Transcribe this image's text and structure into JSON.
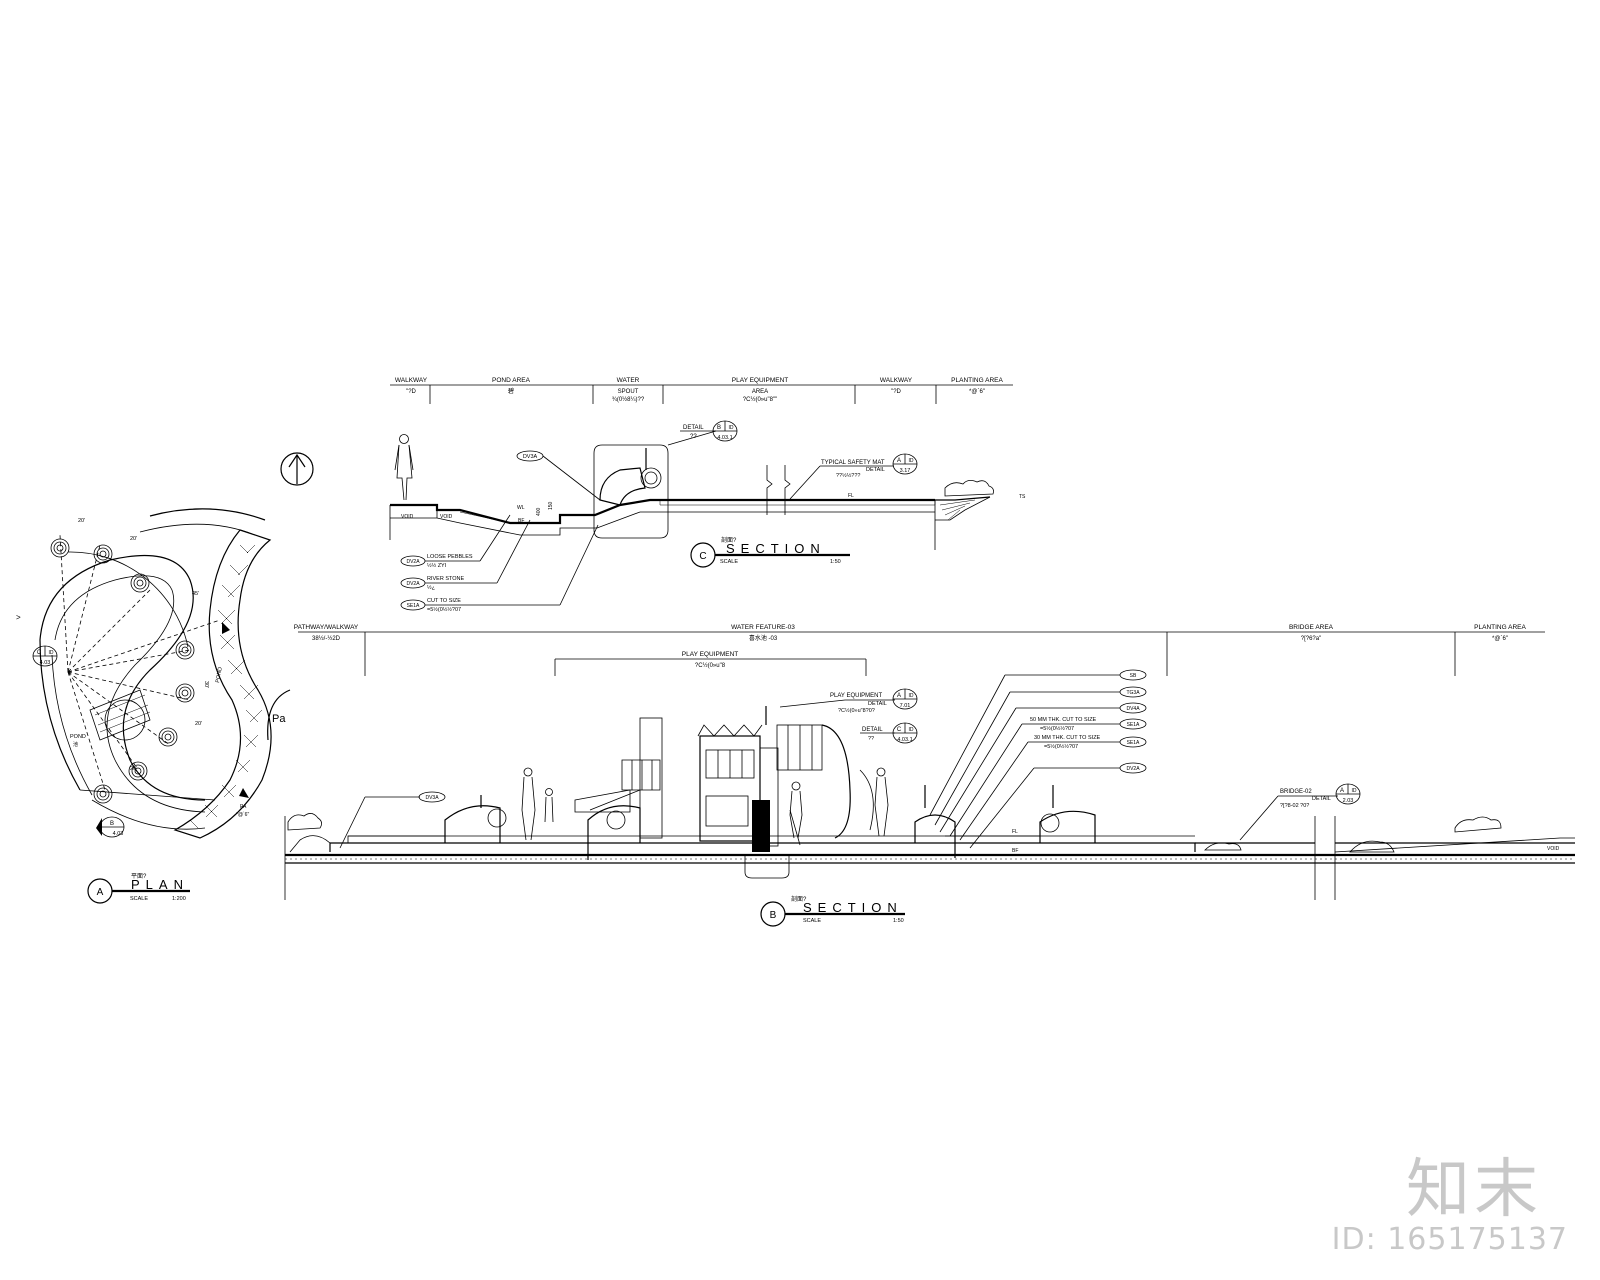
{
  "section_c": {
    "zones": [
      "WALKWAY",
      "POND AREA",
      "WATER",
      "PLAY EQUIPMENT",
      "WALKWAY",
      "PLANTING AREA"
    ],
    "zone_sub": [
      "\"?D",
      "碧",
      "SPOUT",
      "AREA",
      "\"?D",
      "*@`6\""
    ],
    "zone_sub2": [
      "",
      "",
      "¾(0½8¼)??",
      "?C½(0»u\"8\"\"",
      "",
      ""
    ],
    "detail_label": "DETAIL",
    "detail_sub": "??",
    "detail_ref_top": "B",
    "detail_ref_top2": "ID",
    "detail_ref_num": "4.03.1",
    "safety_label": "TYPICAL SAFETY MAT",
    "safety_detail": "DETAIL",
    "safety_sub": "??½½???",
    "safety_ref_top": "A",
    "safety_ref_top2": "ID",
    "safety_ref_num": "3.17",
    "tag_top": "DV3A",
    "callouts": [
      {
        "tag": "DV2A",
        "text": "LOOSE PEBBLES",
        "sub": "½½ ZYI"
      },
      {
        "tag": "DV2A",
        "text": "RIVER STONE",
        "sub": "½¿"
      },
      {
        "tag": "SE1A",
        "text": "CUT TO SIZE",
        "sub": "=5½(0½½?07"
      }
    ],
    "void": "VOID",
    "wl": "WL",
    "bf": "BF",
    "fl": "FL",
    "ts": "TS",
    "dim_vert": "400",
    "dim_vert2": "150",
    "title_letter": "C",
    "title_cn": "剖面?",
    "title": "SECTION",
    "scale_label": "SCALE",
    "scale": "1:50"
  },
  "section_b": {
    "zones": [
      "PATHWAY/WALKWAY",
      "WATER FEATURE-03",
      "BRIDGE AREA",
      "PLANTING AREA"
    ],
    "zone_sub": [
      "38½/-½2D",
      "喜水池  -03",
      "?[?6?a\"",
      "*@`6\""
    ],
    "play_equipment": "PLAY EQUIPMENT",
    "play_equipment_sub": "?C½(0»u\"8",
    "pe_label": "PLAY EQUIPMENT",
    "pe_detail": "DETAIL",
    "pe_sub": "?C½(0»u\"8?0?",
    "pe_ref_top": "A",
    "pe_ref_top2": "ID",
    "pe_ref_num": "7.01",
    "det_label": "DETAIL",
    "det_sub": "??",
    "det_ref_top": "C",
    "det_ref_top2": "ID",
    "det_ref_num": "4.03.1",
    "tags": [
      "SB",
      "TG3A",
      "DV4A",
      "SE1A",
      "SE1A",
      "DV2A"
    ],
    "tag_texts": [
      "",
      "",
      "",
      "50 MM THK. CUT TO SIZE",
      "30 MM THK. CUT TO SIZE",
      ""
    ],
    "tag_subs": [
      "",
      "",
      "",
      "=5½(0½½?07",
      "=5½(0½½?07",
      ""
    ],
    "left_tag": "DV3A",
    "bridge_label": "BRIDGE-02",
    "bridge_detail": "DETAIL",
    "bridge_sub": "?[?8-02 ?0?",
    "bridge_ref_top": "A",
    "bridge_ref_top2": "ID",
    "bridge_ref_num": "2.03",
    "void": "VOID",
    "fl": "FL",
    "bf": "BF",
    "title_letter": "B",
    "title_cn": "剖面?",
    "title": "SECTION",
    "scale_label": "SCALE",
    "scale": "1:50"
  },
  "plan_a": {
    "pond": "POND",
    "pond_cn": "池",
    "pa": "PA",
    "pa_sub": "*@`6\"",
    "ref_c_top": "C",
    "ref_c_top2": "ID",
    "ref_c_num": "4.03",
    "ref_b_top": "B",
    "ref_b_num": "4.03",
    "dims": [
      "20'",
      "20'",
      "30'",
      "20'",
      "20'",
      "45'",
      "20'",
      "45'",
      "40'"
    ],
    "title_letter": "A",
    "title_cn": "平面?",
    "title": "PLAN",
    "scale_label": "SCALE",
    "scale": "1:200",
    "edge_mark": ">",
    "edge_text": "Pa"
  },
  "watermark": {
    "brand": "知末",
    "id": "ID: 165175137"
  }
}
